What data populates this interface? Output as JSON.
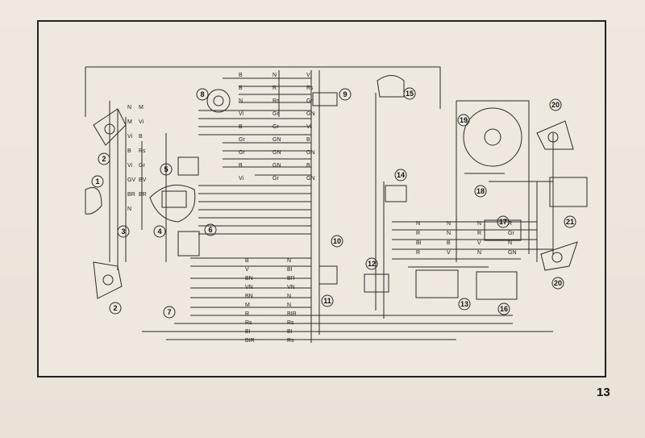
{
  "page_number": "13",
  "components": [
    "1",
    "2",
    "2",
    "3",
    "4",
    "5",
    "6",
    "7",
    "8",
    "9",
    "10",
    "11",
    "12",
    "13",
    "14",
    "15",
    "16",
    "17",
    "18",
    "19",
    "20",
    "20",
    "21"
  ],
  "wire_labels": {
    "top": [
      "B",
      "N",
      "V",
      "B",
      "R",
      "Rs",
      "N",
      "Rs",
      "Gr",
      "Vi",
      "Gr",
      "GN",
      "B",
      "Gr",
      "Vi",
      "Gr",
      "GN",
      "B",
      "Gr",
      "GN",
      "GN",
      "B",
      "GN",
      "B",
      "Vi",
      "Gr",
      "GN"
    ],
    "left": [
      "N",
      "M",
      "M",
      "Vi",
      "Vi",
      "B",
      "B",
      "Rs",
      "Vi",
      "Gr",
      "GV",
      "BV",
      "BR",
      "BR",
      "N"
    ],
    "center": [
      "B",
      "N",
      "V",
      "BI",
      "BN",
      "BR",
      "VN",
      "VN",
      "BN",
      "N",
      "M",
      "N",
      "R",
      "BIR",
      "Rs",
      "Rs",
      "BI",
      "BI",
      "BIR",
      "Rs"
    ],
    "right": [
      "N",
      "N",
      "N",
      "R",
      "R",
      "N",
      "R",
      "Gr",
      "BI",
      "B",
      "V",
      "N",
      "R",
      "V",
      "N",
      "GN"
    ]
  }
}
